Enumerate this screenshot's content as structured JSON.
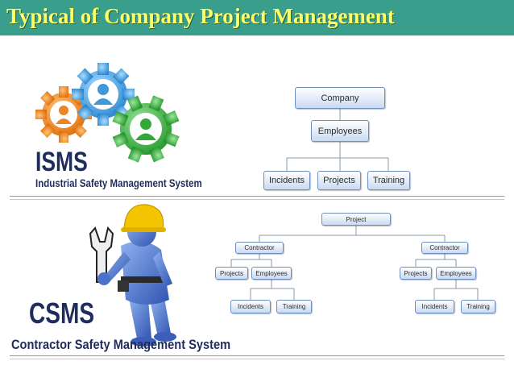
{
  "header": {
    "title": "Typical of Company Project Management"
  },
  "isms": {
    "abbr": "ISMS",
    "full_name": "Industrial Safety Management System",
    "org_chart": {
      "root": "Company",
      "level2": "Employees",
      "leaves": [
        "Incidents",
        "Projects",
        "Training"
      ]
    }
  },
  "csms": {
    "abbr": "CSMS",
    "full_name": "Contractor Safety Management System",
    "org_chart": {
      "root": "Project",
      "contractors": [
        {
          "label": "Contractor",
          "projects": "Projects",
          "employees": "Employees",
          "incidents": "Incidents",
          "training": "Training"
        },
        {
          "label": "Contractor",
          "projects": "Projects",
          "employees": "Employees",
          "incidents": "Incidents",
          "training": "Training"
        }
      ]
    }
  },
  "colors": {
    "header_bg": "#3a9e8c",
    "title": "#ffff66",
    "logo_text": "#1e2d5c",
    "box_border": "#6f8fbf",
    "gear_orange": "#f08a1c",
    "gear_blue": "#3fa0e0",
    "gear_green": "#3cb43c",
    "worker_blue": "#4a72c8",
    "hard_hat": "#f5c400"
  },
  "icons": [
    "gears-people-icon",
    "worker-with-wrench-icon"
  ]
}
